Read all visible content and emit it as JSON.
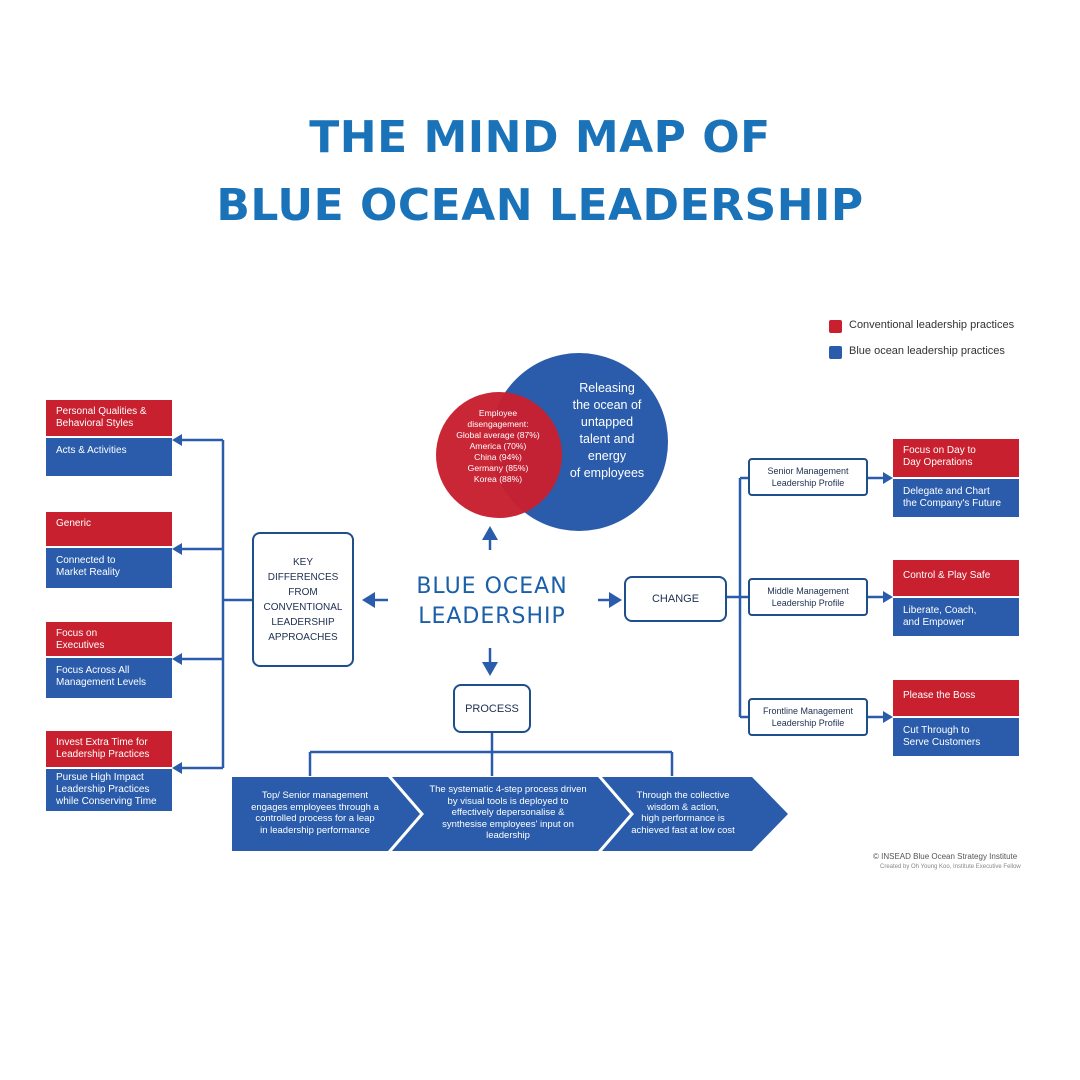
{
  "header": {
    "title_line1": "THE MIND MAP OF",
    "title_line2": "BLUE OCEAN LEADERSHIP"
  },
  "legend": {
    "conventional": "Conventional leadership practices",
    "blue_ocean": "Blue ocean leadership practices",
    "colors": {
      "conventional": "#c8202f",
      "blue_ocean": "#2a5cab"
    }
  },
  "circles": {
    "red_text": [
      "Employee",
      "disengagement:",
      "Global average (87%)",
      "America (70%)",
      "China (94%)",
      "Germany (85%)",
      "Korea (88%)"
    ],
    "blue_text": [
      "Releasing",
      "the ocean of",
      "untapped",
      "talent and energy",
      "of employees"
    ]
  },
  "center": {
    "line1": "BLUE OCEAN",
    "line2": "LEADERSHIP"
  },
  "key_differences": {
    "label": [
      "KEY",
      "DIFFERENCES",
      "FROM",
      "CONVENTIONAL",
      "LEADERSHIP",
      "APPROACHES"
    ]
  },
  "left_pairs": [
    {
      "red": [
        "Personal Qualities &",
        "Behavioral Styles"
      ],
      "blue": [
        "Acts & Activities"
      ]
    },
    {
      "red": [
        "Generic"
      ],
      "blue": [
        "Connected to",
        "Market Reality"
      ]
    },
    {
      "red": [
        "Focus on",
        "Executives"
      ],
      "blue": [
        "Focus Across All",
        "Management Levels"
      ]
    },
    {
      "red": [
        "Invest Extra Time for",
        "Leadership Practices"
      ],
      "blue": [
        "Pursue High Impact",
        "Leadership Practices",
        "while Conserving Time"
      ]
    }
  ],
  "change": {
    "label": "CHANGE"
  },
  "profiles": [
    {
      "label": [
        "Senior Management",
        "Leadership Profile"
      ],
      "red": [
        "Focus on Day to",
        "Day Operations"
      ],
      "blue": [
        "Delegate and Chart",
        "the Company's Future"
      ]
    },
    {
      "label": [
        "Middle Management",
        "Leadership Profile"
      ],
      "red": [
        "Control & Play Safe"
      ],
      "blue": [
        "Liberate, Coach,",
        "and Empower"
      ]
    },
    {
      "label": [
        "Frontline Management",
        "Leadership Profile"
      ],
      "red": [
        "Please the Boss"
      ],
      "blue": [
        "Cut Through to",
        "Serve Customers"
      ]
    }
  ],
  "process": {
    "label": "PROCESS",
    "steps": [
      [
        "Top/ Senior management",
        "engages employees through a",
        "controlled process for a leap",
        "in leadership performance"
      ],
      [
        "The systematic 4-step process driven",
        "by visual tools is deployed to",
        "effectively depersonalise &",
        "synthesise employees' input on",
        "leadership"
      ],
      [
        "Through the collective",
        "wisdom & action,",
        "high performance is",
        "achieved fast at low cost"
      ]
    ]
  },
  "footer": {
    "copyright": "© INSEAD Blue Ocean Strategy Institute",
    "credit": "Created by Oh Young Koo, Institute Executive Fellow"
  }
}
